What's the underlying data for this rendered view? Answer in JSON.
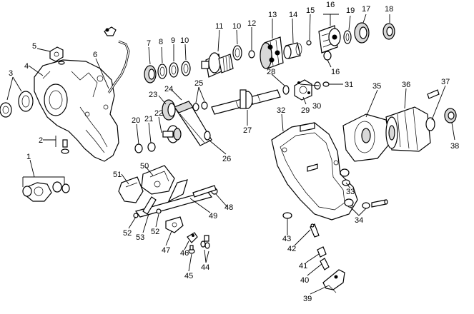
{
  "labels": [
    "1",
    "2",
    "3",
    "4",
    "5",
    "6",
    "7",
    "8",
    "9",
    "10",
    "11",
    "10",
    "12",
    "13",
    "14",
    "15",
    "16",
    "17",
    "18",
    "19",
    "16",
    "20",
    "21",
    "22",
    "23",
    "24",
    "25",
    "26",
    "27",
    "28",
    "29",
    "30",
    "31",
    "32",
    "33",
    "34",
    "35",
    "36",
    "37",
    "38",
    "39",
    "40",
    "41",
    "42",
    "43",
    "44",
    "45",
    "46",
    "47",
    "48",
    "49",
    "50",
    "51",
    "52",
    "52",
    "53"
  ]
}
